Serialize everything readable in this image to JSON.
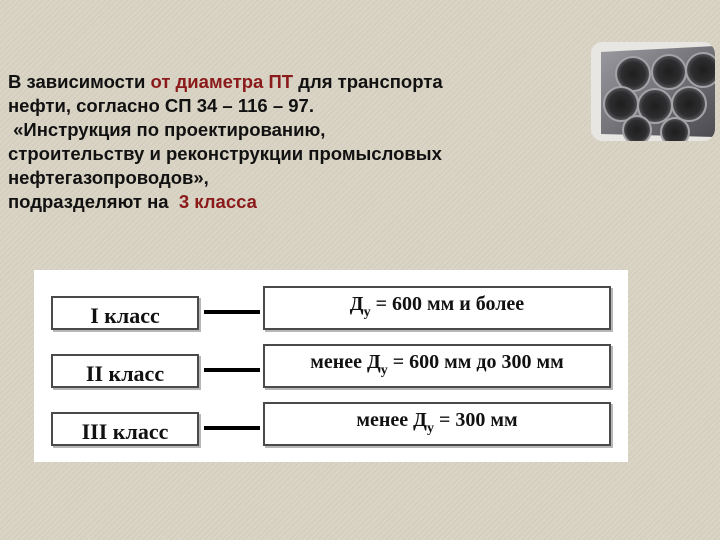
{
  "text": {
    "line1_a": "В зависимости ",
    "line1_highlight": "от диаметра ПТ ",
    "line1_b": " для транспорта",
    "line2": "нефти, согласно СП 34 – 116 – 97.",
    "line3": " «Инструкция по проектированию,",
    "line4": "строительству и реконструкции промысловых",
    "line5": "нефтегазопроводов»,",
    "line6_a": "подразделяют на  ",
    "line6_highlight": "3 класса"
  },
  "colors": {
    "accent": "#8b1a1a",
    "background": "#d9d3c4"
  },
  "table": {
    "classes": [
      "I класс",
      "II класс",
      "III класс"
    ],
    "values": [
      {
        "prefix": "Д",
        "sub": "у",
        "rest": " = 600 мм и более"
      },
      {
        "prefix": "менее Д",
        "sub": "у",
        "rest": " = 600 мм до 300 мм"
      },
      {
        "prefix": "менее Д",
        "sub": "у",
        "rest": " = 300 мм"
      }
    ]
  }
}
